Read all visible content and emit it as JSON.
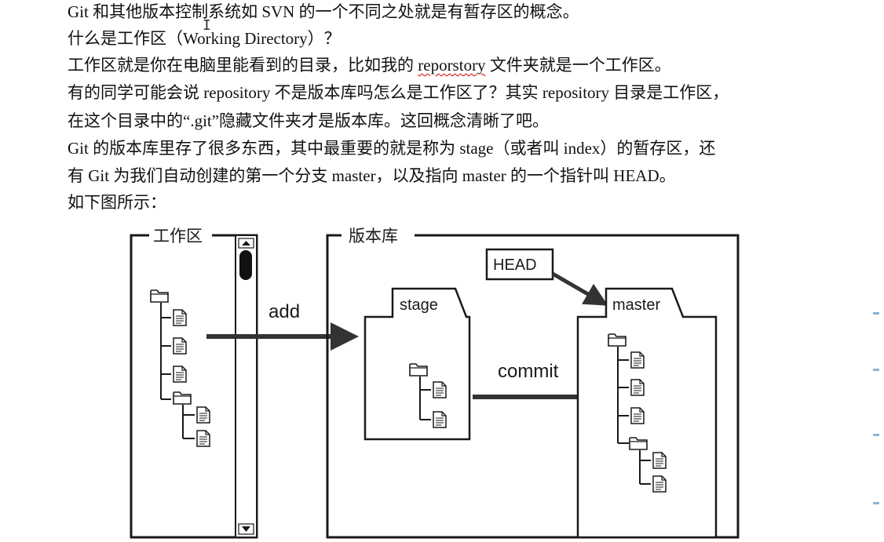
{
  "text": {
    "line1": "Git 和其他版本控制系统如 SVN 的一个不同之处就是有暂存区的概念。",
    "line2": "什么是工作区（Working Directory）？",
    "line3_before": "工作区就是你在电脑里能看到的目录，比如我的 ",
    "line3_word": "reporstory",
    "line3_after": " 文件夹就是一个工作区。",
    "line4": "有的同学可能会说 repository 不是版本库吗怎么是工作区了？其实 repository 目录是工作区，",
    "line5": "在这个目录中的“.git”隐藏文件夹才是版本库。这回概念清晰了吧。",
    "line6": "Git 的版本库里存了很多东西，其中最重要的就是称为 stage（或者叫 index）的暂存区，还",
    "line7": "有 Git 为我们自动创建的第一个分支 master，以及指向 master 的一个指针叫 HEAD。",
    "line8": "如下图所示："
  },
  "diagram": {
    "working_dir_label": "工作区",
    "repo_label": "版本库",
    "stage_label": "stage",
    "master_label": "master",
    "head_label": "HEAD",
    "add_label": "add",
    "commit_label": "commit"
  },
  "colors": {
    "text": "#111111",
    "line": "#1a1a1a",
    "arrow": "#333333",
    "spellcheck": "#d00000",
    "scroll_indicator": "#8ab4d8"
  },
  "icons": [
    "folder-icon",
    "file-icon",
    "scroll-up-icon",
    "scroll-down-icon",
    "text-cursor-icon"
  ]
}
